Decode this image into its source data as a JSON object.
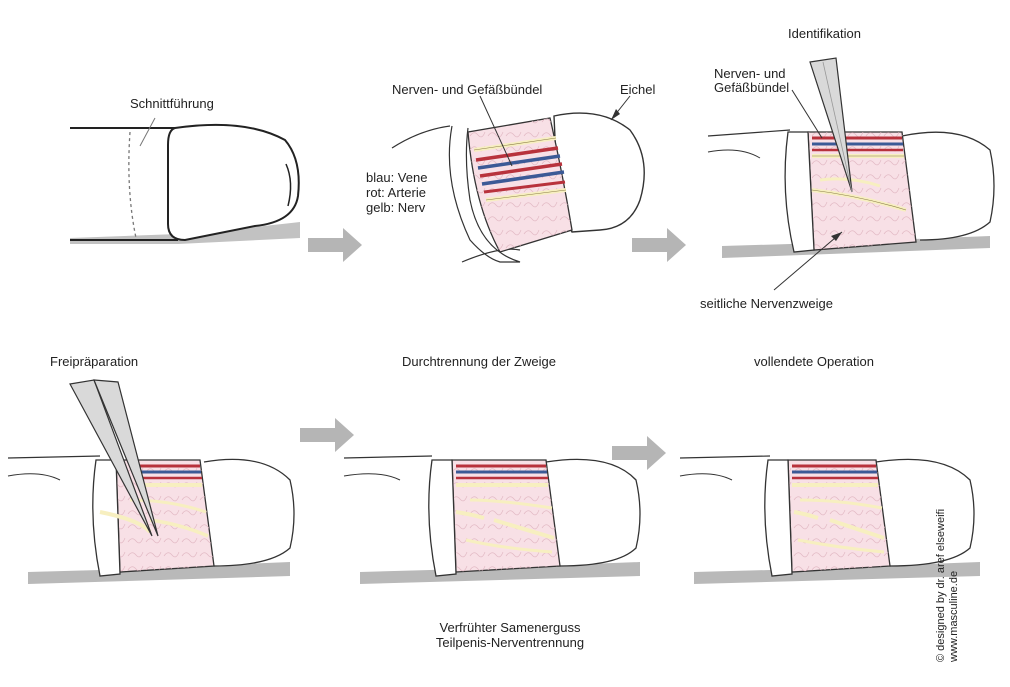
{
  "panels": {
    "p1": {
      "label": "Schnittführung"
    },
    "p2": {
      "bundle_label": "Nerven- und Gefäßbündel",
      "glans_label": "Eichel",
      "legend": [
        "blau: Vene",
        "rot: Arterie",
        "gelb: Nerv"
      ]
    },
    "p3": {
      "title": "Identifikation",
      "bundle_label_1": "Nerven- und",
      "bundle_label_2": "Gefäßbündel",
      "branches_label": "seitliche Nervenzweige"
    },
    "p4": {
      "title": "Freipräparation"
    },
    "p5": {
      "title": "Durchtrennung der Zweige"
    },
    "p6": {
      "title": "vollendete Operation"
    }
  },
  "caption": {
    "line1": "Verfrühter Samenerguss",
    "line2": "Teilpenis-Nerventrennung"
  },
  "credit": {
    "line1": "© designed by dr. aref elseweifi",
    "line2": "www.masculine.de"
  },
  "colors": {
    "skin": "#f8e0e6",
    "vein": "#3c5a96",
    "artery": "#b8323c",
    "nerve": "#f7efc0",
    "arrow": "#b5b5b5",
    "shadow": "#b9b9b9",
    "instrument": "#d9d9d9"
  }
}
